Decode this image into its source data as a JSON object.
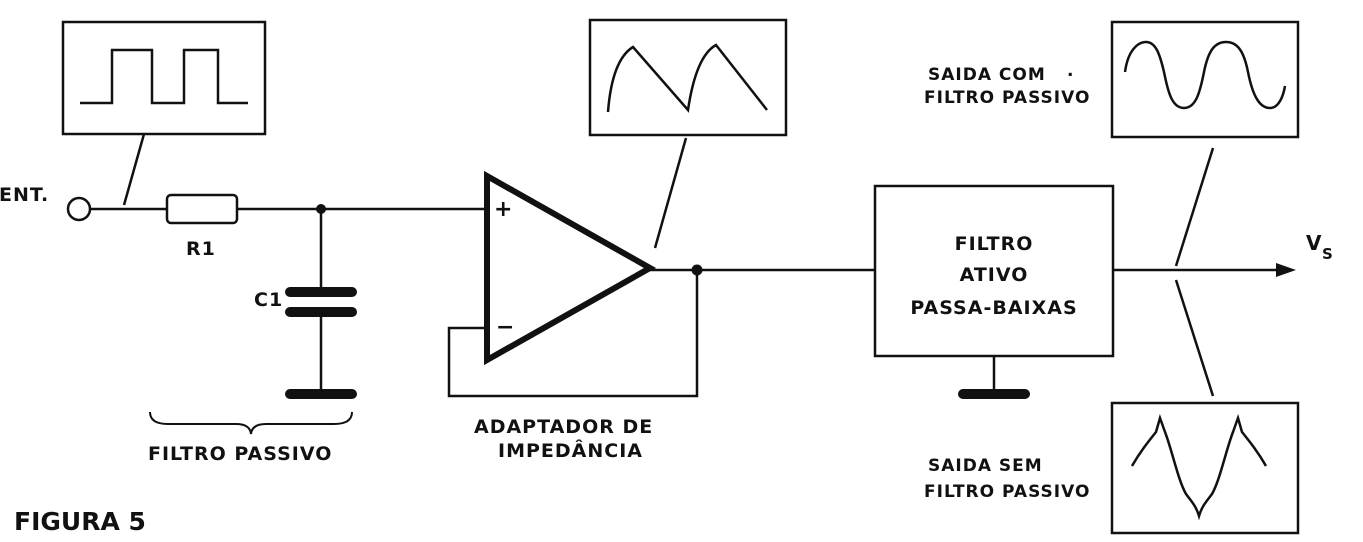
{
  "labels": {
    "input": "ENT.",
    "r1": "R1",
    "c1": "C1",
    "opamp_plus": "+",
    "opamp_minus": "−",
    "passive_filter": "FILTRO PASSIVO",
    "adapter_line1": "ADAPTADOR DE",
    "adapter_line2": "IMPEDÂNCIA",
    "active_filter_line1": "FILTRO",
    "active_filter_line2": "ATIVO",
    "active_filter_line3": "PASSA-BAIXAS",
    "output_v": "V",
    "output_sub": "S",
    "out_with_line1": "SAIDA COM",
    "out_with_dot": ".",
    "out_with_line2": "FILTRO PASSIVO",
    "out_without_line1": "SAIDA SEM",
    "out_without_line2": "FILTRO PASSIVO",
    "figure": "FIGURA 5"
  },
  "waveforms": {
    "input": "square-wave-icon",
    "opamp_output": "sawtooth-wave-icon",
    "with_passive_filter": "sine-wave-icon",
    "without_passive_filter": "distorted-wave-icon"
  },
  "colors": {
    "ink": "#111111",
    "paper": "#ffffff"
  }
}
